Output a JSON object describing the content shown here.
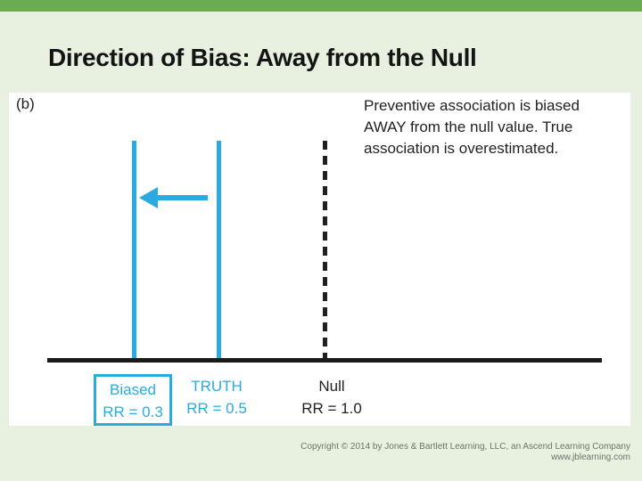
{
  "slide": {
    "title": "Direction of Bias: Away from the Null",
    "footer_line1": "Copyright © 2014 by Jones & Bartlett Learning, LLC, an Ascend Learning Company",
    "footer_line2": "www.jblearning.com"
  },
  "figure": {
    "panel_label": "(b)",
    "annotation_line1": "Preventive association is biased",
    "annotation_line2": "AWAY from the null value. True",
    "annotation_line3": "association is overestimated.",
    "biased": {
      "name": "Biased",
      "value": "RR = 0.3",
      "rr": 0.3
    },
    "truth": {
      "name": "TRUTH",
      "value": "RR = 0.5",
      "rr": 0.5
    },
    "null_marker": {
      "name": "Null",
      "value": "RR = 1.0",
      "rr": 1.0
    },
    "arrow_direction": "left"
  },
  "colors": {
    "accent_cyan": "#29abe2",
    "top_bar_green": "#6bac53",
    "background_green": "#e8f1e0",
    "ink": "#231f20"
  }
}
